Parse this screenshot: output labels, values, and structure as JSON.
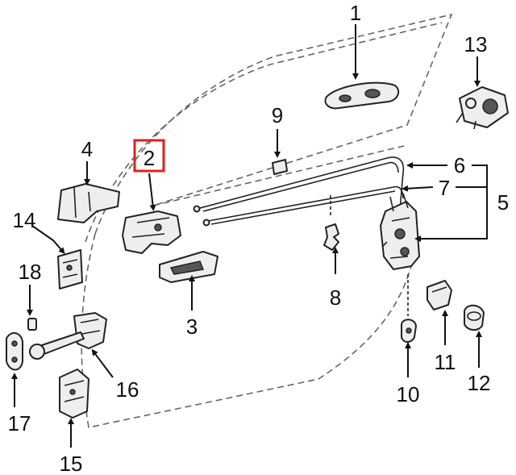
{
  "labels": {
    "part_1": "1",
    "part_2": "2",
    "part_3": "3",
    "part_4": "4",
    "part_5": "5",
    "part_6": "6",
    "part_7": "7",
    "part_8": "8",
    "part_9": "9",
    "part_10": "10",
    "part_11": "11",
    "part_12": "12",
    "part_13": "13",
    "part_14": "14",
    "part_15": "15",
    "part_16": "16",
    "part_17": "17",
    "part_18": "18"
  },
  "highlight": {
    "part": "2",
    "color": "#e0201b"
  },
  "colors": {
    "line": "#222222",
    "part_fill": "#eeeeee",
    "background": "#ffffff"
  }
}
